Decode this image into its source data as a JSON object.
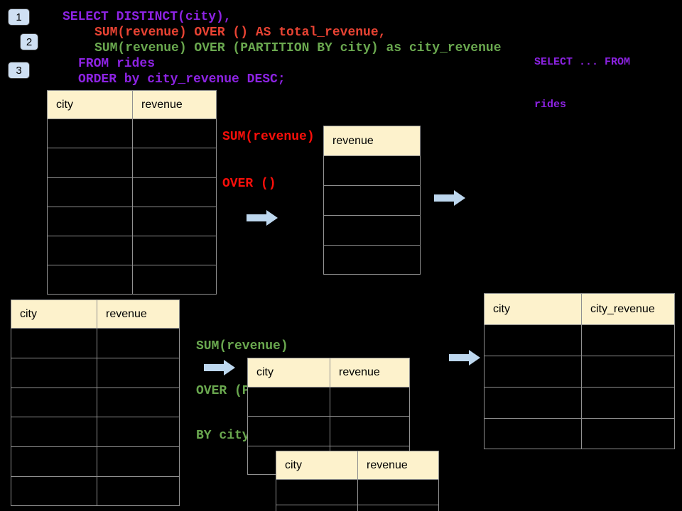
{
  "colors": {
    "background": "#000000",
    "purple": "#8d23e3",
    "red": "#e84333",
    "label_red": "#fb0f0a",
    "green": "#6aa84f",
    "arrow": "#bdd7ee",
    "header_fill": "#fdf2cc",
    "border": "#919191",
    "badge_fill": "#cfe0f3"
  },
  "badges": {
    "b1": "1",
    "b2": "2",
    "b3": "3"
  },
  "sql_code": {
    "line1": "SELECT DISTINCT(city),",
    "line2": "SUM(revenue) OVER () AS total_revenue,",
    "line3": "SUM(revenue) OVER (PARTITION BY city) as city_revenue",
    "line4": "FROM rides",
    "line5": "ORDER by city_revenue DESC;"
  },
  "side_snippet": {
    "line1": "SELECT ... FROM",
    "line2": "rides"
  },
  "labels": {
    "total_window": {
      "line1": "SUM(revenue)",
      "line2": "OVER ()"
    },
    "partition_window": {
      "line1": "SUM(revenue)",
      "line2": "OVER (PARTITION",
      "line3": "BY city)"
    }
  },
  "tables": {
    "source_top": {
      "headers": [
        "city",
        "revenue"
      ],
      "rows": 6
    },
    "total_revenue_result": {
      "headers": [
        "revenue"
      ],
      "rows": 4
    },
    "source_bottom": {
      "headers": [
        "city",
        "revenue"
      ],
      "rows": 6
    },
    "partition_step": {
      "headers": [
        "city",
        "revenue"
      ],
      "rows": 3
    },
    "partition_step_front": {
      "headers": [
        "city",
        "revenue"
      ],
      "rows": 2
    },
    "city_revenue_result": {
      "headers": [
        "city",
        "city_revenue"
      ],
      "rows": 4
    }
  }
}
